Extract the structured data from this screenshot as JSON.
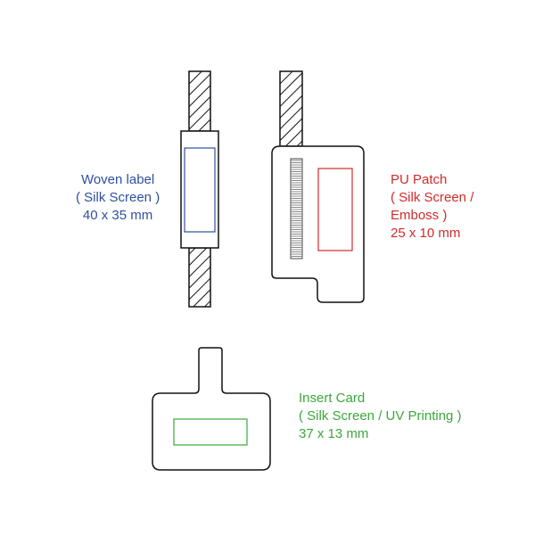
{
  "woven_label": {
    "lines": [
      "Woven label",
      "( Silk Screen )",
      "40 x 35 mm"
    ],
    "color": "#2f4fa0"
  },
  "pu_patch": {
    "lines": [
      "PU Patch",
      "( Silk Screen /",
      "Emboss )",
      "25 x 10 mm"
    ],
    "color": "#d12b2b"
  },
  "insert_card": {
    "lines": [
      "Insert Card",
      "( Silk Screen / UV Printing )",
      "37 x 13 mm"
    ],
    "color": "#3aa83a"
  },
  "colors": {
    "outline": "#111111",
    "strap_fill": "#ffffff",
    "ridge": "#888888"
  }
}
